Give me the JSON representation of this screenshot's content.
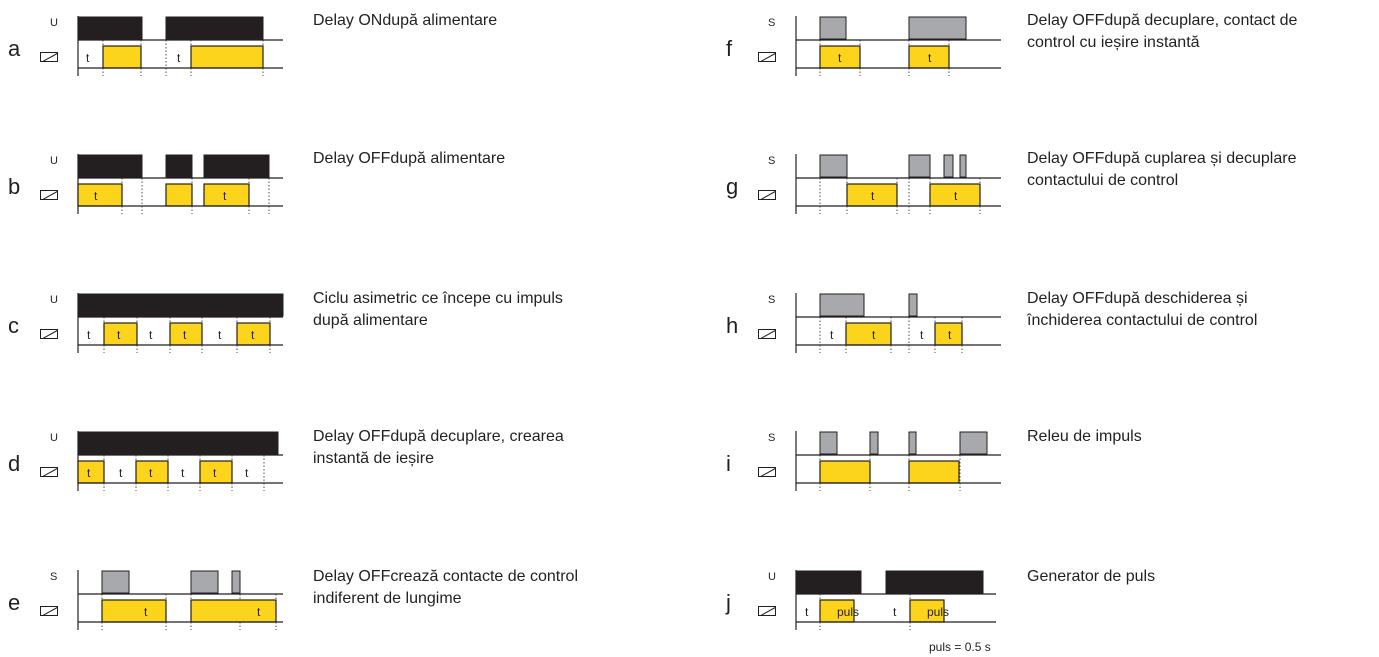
{
  "colors": {
    "supply_bar": "#231f20",
    "control_bar": "#a7a9ac",
    "output_bar": "#fcd41c",
    "line": "#231f20"
  },
  "rows": [
    {
      "letter": "a",
      "input_label": "U",
      "input_kind": "supply",
      "desc_lines": [
        "Delay ONdupă alimentare"
      ],
      "input_bars": [
        [
          0,
          64
        ],
        [
          88,
          185
        ]
      ],
      "output_bars": [
        [
          25,
          63
        ],
        [
          113,
          185
        ]
      ],
      "t_labels": [
        [
          8,
          "t",
          false
        ],
        [
          99,
          "t",
          false
        ]
      ],
      "dashed_x": [
        25,
        63,
        88,
        113,
        185
      ]
    },
    {
      "letter": "b",
      "input_label": "U",
      "input_kind": "supply",
      "desc_lines": [
        "Delay OFFdupă alimentare"
      ],
      "input_bars": [
        [
          0,
          64
        ],
        [
          88,
          114
        ],
        [
          126,
          191
        ]
      ],
      "output_bars": [
        [
          0,
          44
        ],
        [
          88,
          114
        ],
        [
          126,
          171
        ]
      ],
      "t_labels": [
        [
          16,
          "t",
          true
        ],
        [
          145,
          "t",
          true
        ]
      ],
      "dashed_x": [
        44,
        64,
        114,
        171,
        191
      ]
    },
    {
      "letter": "c",
      "input_label": "U",
      "input_kind": "supply",
      "desc_lines": [
        "Ciclu asimetric ce începe cu impuls",
        "după alimentare"
      ],
      "input_bars": [
        [
          0,
          205
        ]
      ],
      "output_bars": [
        [
          26,
          59
        ],
        [
          92,
          124
        ],
        [
          159,
          192
        ]
      ],
      "t_labels": [
        [
          9,
          "t",
          false
        ],
        [
          39,
          "t",
          true
        ],
        [
          71,
          "t",
          false
        ],
        [
          105,
          "t",
          true
        ],
        [
          140,
          "t",
          false
        ],
        [
          173,
          "t",
          true
        ]
      ],
      "dashed_x": [
        26,
        59,
        92,
        124,
        159,
        192
      ]
    },
    {
      "letter": "d",
      "input_label": "U",
      "input_kind": "supply",
      "desc_lines": [
        "Delay OFFdupă decuplare, crearea",
        "instantă de ieșire"
      ],
      "input_bars": [
        [
          0,
          200
        ]
      ],
      "output_bars": [
        [
          0,
          26
        ],
        [
          58,
          90
        ],
        [
          122,
          154
        ]
      ],
      "t_labels": [
        [
          9,
          "t",
          true
        ],
        [
          41,
          "t",
          false
        ],
        [
          71,
          "t",
          true
        ],
        [
          103,
          "t",
          false
        ],
        [
          135,
          "t",
          true
        ],
        [
          167,
          "t",
          false
        ]
      ],
      "dashed_x": [
        26,
        58,
        90,
        122,
        154,
        186
      ]
    },
    {
      "letter": "e",
      "input_label": "S",
      "input_kind": "control",
      "desc_lines": [
        "Delay OFFcrează contacte de control",
        "indiferent de lungime"
      ],
      "input_bars": [
        [
          24,
          51
        ],
        [
          113,
          140
        ],
        [
          154,
          162
        ]
      ],
      "output_bars": [
        [
          24,
          88
        ],
        [
          113,
          198
        ]
      ],
      "t_labels": [
        [
          66,
          "t",
          true
        ],
        [
          179,
          "t",
          true
        ]
      ],
      "dashed_x": [
        24,
        88,
        113,
        162,
        198
      ]
    },
    {
      "letter": "f",
      "input_label": "S",
      "input_kind": "control",
      "desc_lines": [
        "Delay OFFdupă decuplare, contact de",
        "control cu ieșire instantă"
      ],
      "input_bars": [
        [
          24,
          50
        ],
        [
          113,
          170
        ]
      ],
      "output_bars": [
        [
          24,
          64
        ],
        [
          113,
          153
        ]
      ],
      "t_labels": [
        [
          42,
          "t",
          true
        ],
        [
          132,
          "t",
          true
        ]
      ],
      "dashed_x": [
        24,
        64,
        113,
        153
      ]
    },
    {
      "letter": "g",
      "input_label": "S",
      "input_kind": "control",
      "desc_lines": [
        "Delay OFFdupă cuplarea și decuplare",
        "contactului de control"
      ],
      "input_bars": [
        [
          24,
          51
        ],
        [
          113,
          134
        ],
        [
          148,
          157
        ],
        [
          164,
          170
        ]
      ],
      "output_bars": [
        [
          51,
          101
        ],
        [
          134,
          184
        ]
      ],
      "t_labels": [
        [
          75,
          "t",
          true
        ],
        [
          158,
          "t",
          true
        ]
      ],
      "dashed_x": [
        24,
        51,
        101,
        113,
        134,
        184
      ]
    },
    {
      "letter": "h",
      "input_label": "S",
      "input_kind": "control",
      "desc_lines": [
        "Delay OFFdupă deschiderea și",
        "închiderea contactului de control"
      ],
      "input_bars": [
        [
          24,
          68
        ],
        [
          113,
          121
        ]
      ],
      "output_bars": [
        [
          50,
          95
        ],
        [
          139,
          166
        ]
      ],
      "t_labels": [
        [
          34,
          "t",
          false
        ],
        [
          76,
          "t",
          true
        ],
        [
          124,
          "t",
          false
        ],
        [
          152,
          "t",
          true
        ]
      ],
      "dashed_x": [
        24,
        50,
        95,
        113,
        139,
        166
      ]
    },
    {
      "letter": "i",
      "input_label": "S",
      "input_kind": "control",
      "desc_lines": [
        "Releu de impuls"
      ],
      "input_bars": [
        [
          24,
          41
        ],
        [
          74,
          82
        ],
        [
          113,
          120
        ],
        [
          164,
          191
        ]
      ],
      "output_bars": [
        [
          24,
          74
        ],
        [
          113,
          163
        ]
      ],
      "t_labels": [],
      "dashed_x": [
        24,
        74,
        113,
        164
      ]
    },
    {
      "letter": "j",
      "input_label": "U",
      "input_kind": "supply",
      "desc_lines": [
        "Generator de puls"
      ],
      "input_bars": [
        [
          0,
          65
        ],
        [
          90,
          187
        ]
      ],
      "output_bars": [
        [
          24,
          58
        ],
        [
          114,
          148
        ]
      ],
      "t_labels": [
        [
          9,
          "t",
          false
        ],
        [
          97,
          "t",
          false
        ],
        [
          41,
          "puls",
          true
        ],
        [
          131,
          "puls",
          true
        ]
      ],
      "dashed_x": [
        24,
        114
      ]
    }
  ],
  "pulse_note": "puls = 0.5 s"
}
